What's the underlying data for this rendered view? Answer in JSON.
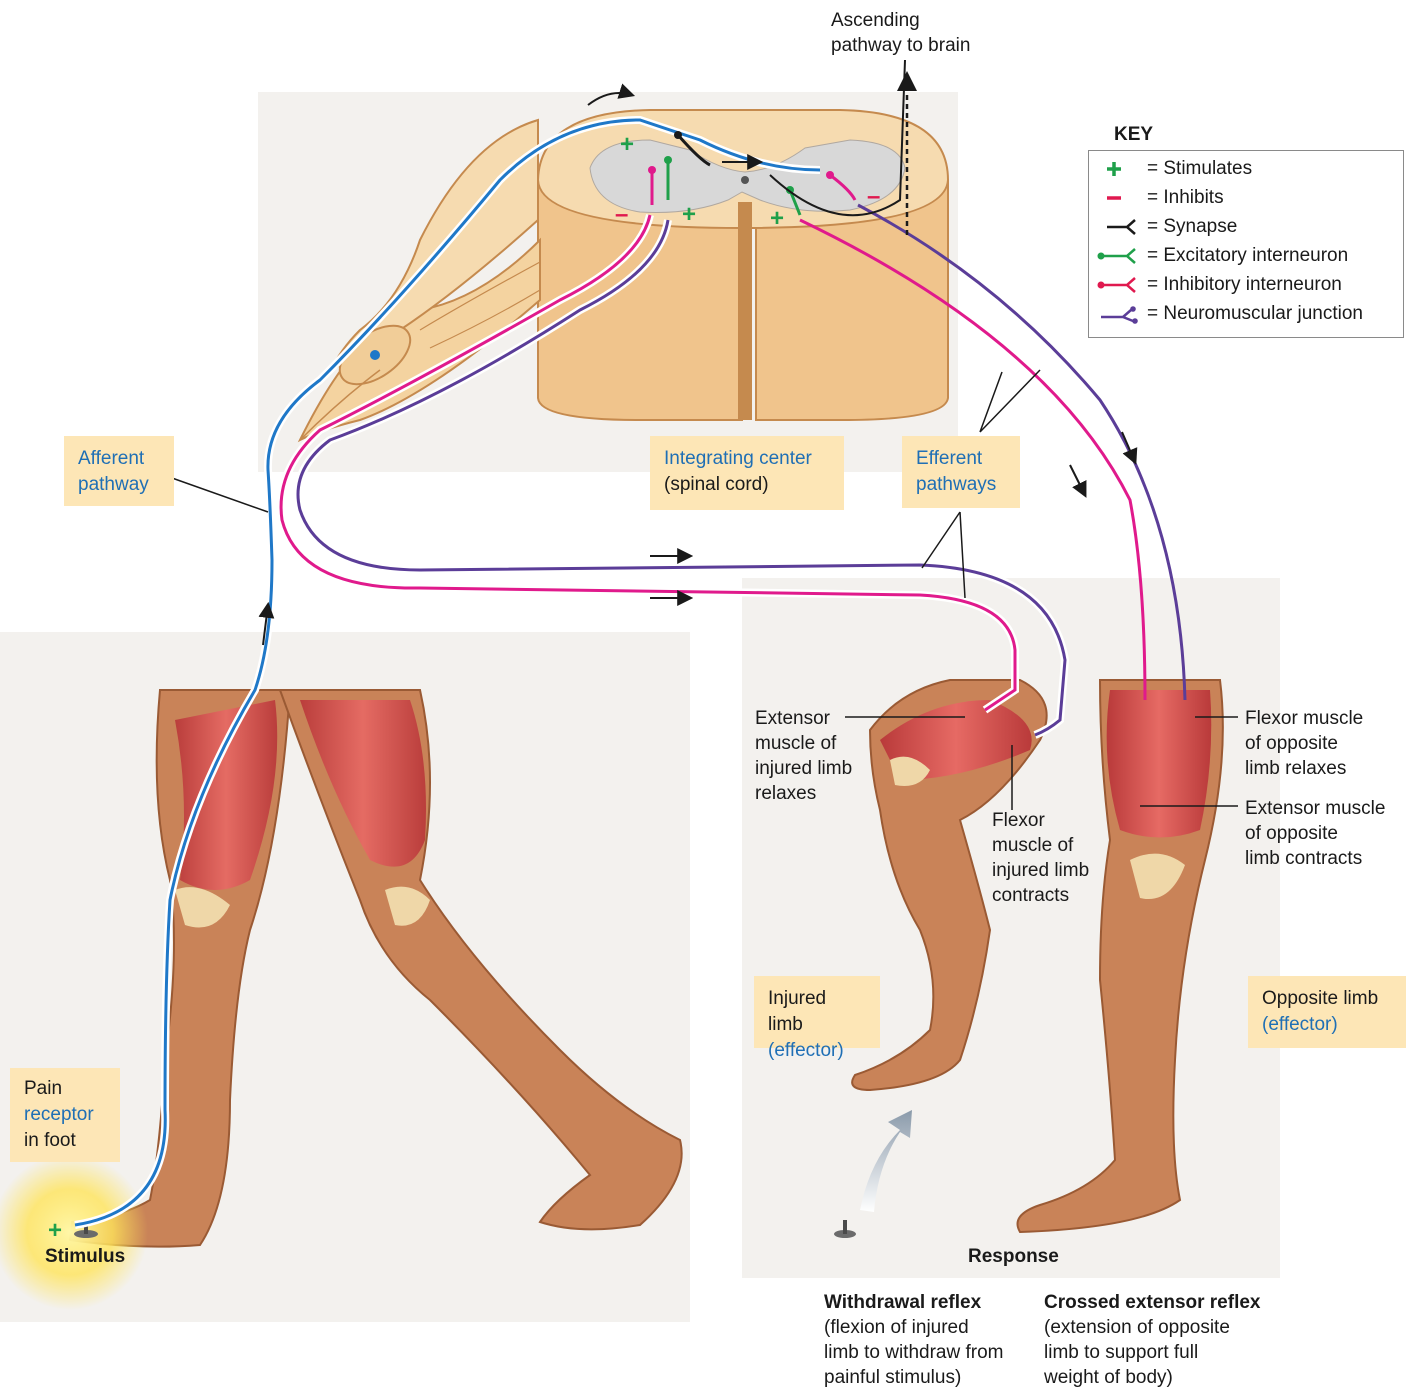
{
  "labels": {
    "ascending": [
      "Ascending",
      "pathway to brain"
    ],
    "afferent": [
      "Afferent",
      "pathway"
    ],
    "integrating": [
      "Integrating center",
      "(spinal cord)"
    ],
    "efferent": [
      "Efferent",
      "pathways"
    ],
    "extensor_injured": [
      "Extensor",
      "muscle of",
      "injured limb",
      "relaxes"
    ],
    "flexor_injured": [
      "Flexor",
      "muscle of",
      "injured limb",
      "contracts"
    ],
    "flexor_opposite": [
      "Flexor muscle",
      "of opposite",
      "limb relaxes"
    ],
    "extensor_opposite": [
      "Extensor muscle",
      "of opposite",
      "limb contracts"
    ],
    "injured_limb": [
      "Injured limb",
      "(effector)"
    ],
    "opposite_limb": [
      "Opposite limb",
      "(effector)"
    ],
    "pain_receptor": [
      "Pain",
      "receptor",
      "in foot"
    ],
    "stimulus": "Stimulus",
    "response": "Response",
    "withdrawal_title": "Withdrawal reflex",
    "withdrawal_desc": [
      "(flexion of injured",
      "limb to withdraw from",
      "painful stimulus)"
    ],
    "crossed_title": "Crossed extensor reflex",
    "crossed_desc": [
      "(extension of opposite",
      "limb to support full",
      "weight of body)"
    ]
  },
  "key": {
    "title": "KEY",
    "items": [
      {
        "label": "= Stimulates",
        "icon": "plus-icon",
        "color": "#1fa04a"
      },
      {
        "label": "= Inhibits",
        "icon": "minus-icon",
        "color": "#e0194f"
      },
      {
        "label": "= Synapse",
        "icon": "synapse-icon",
        "color": "#1a1a1a"
      },
      {
        "label": "= Excitatory interneuron",
        "icon": "excitatory-interneuron-icon",
        "color": "#1fa04a"
      },
      {
        "label": "= Inhibitory interneuron",
        "icon": "inhibitory-interneuron-icon",
        "color": "#e0194f"
      },
      {
        "label": "= Neuromuscular junction",
        "icon": "neuromuscular-junction-icon",
        "color": "#5b3d98"
      }
    ]
  },
  "colors": {
    "afferent_neuron": "#1f78c8",
    "inhibitory_path": "#e01a8c",
    "motor_path": "#5b3d98",
    "label_box": "#fde6b6",
    "muscle": "#d84a4a",
    "skin": "#c9845a",
    "spinal_cord": "#f1cd98"
  }
}
